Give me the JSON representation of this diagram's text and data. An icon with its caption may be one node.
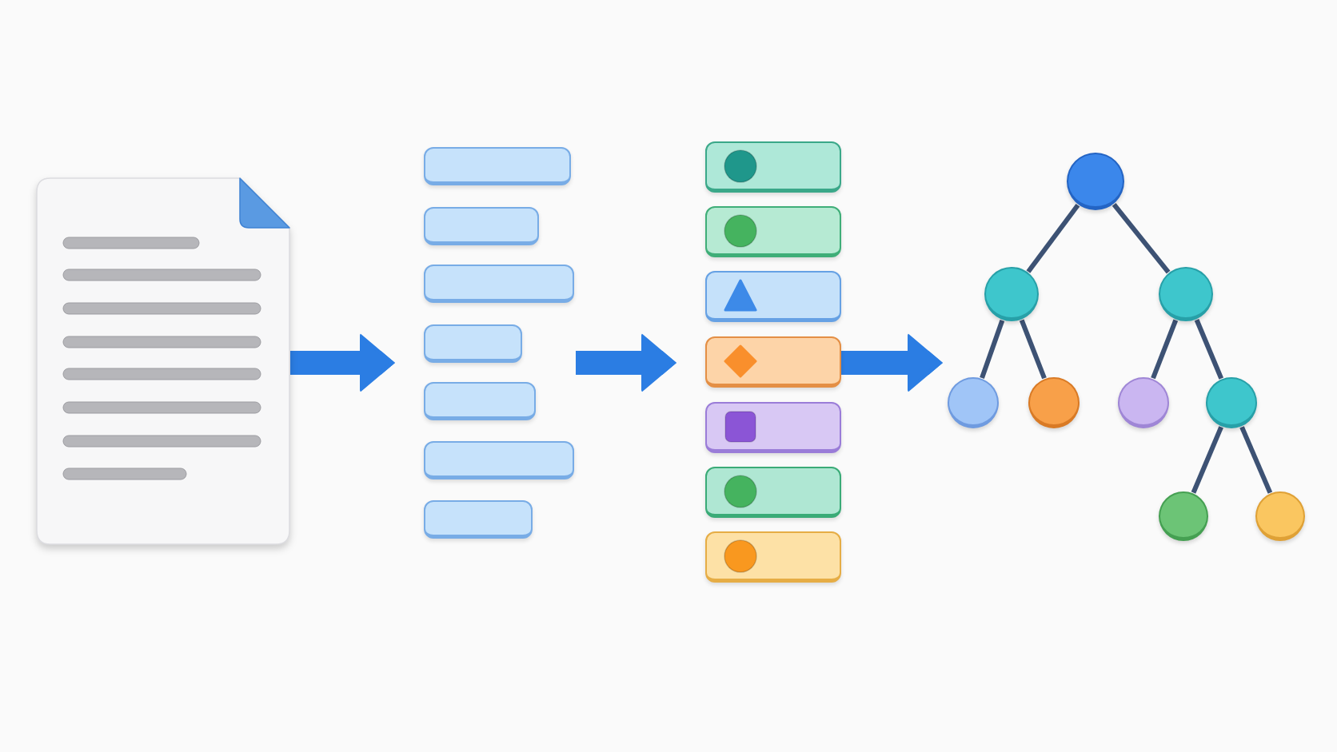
{
  "diagram": {
    "nodes": [
      {
        "text": [],
        "shape": "document"
      },
      {
        "text": [],
        "shape": "stack"
      },
      {
        "text": [],
        "shape": "bar",
        "in": 1
      },
      {
        "text": [],
        "shape": "bar",
        "in": 1
      },
      {
        "text": [],
        "shape": "bar",
        "in": 1
      },
      {
        "text": [],
        "shape": "bar",
        "in": 1
      },
      {
        "text": [],
        "shape": "bar",
        "in": 1
      },
      {
        "text": [],
        "shape": "bar",
        "in": 1
      },
      {
        "text": [],
        "shape": "bar",
        "in": 1
      },
      {
        "text": [],
        "shape": "stack"
      },
      {
        "text": [],
        "shape": "bar",
        "in": 9
      },
      {
        "text": [],
        "shape": "bar",
        "in": 9
      },
      {
        "text": [],
        "shape": "bar",
        "in": 9
      },
      {
        "text": [],
        "shape": "bar",
        "in": 9
      },
      {
        "text": [],
        "shape": "bar",
        "in": 9
      },
      {
        "text": [],
        "shape": "bar",
        "in": 9
      },
      {
        "text": [],
        "shape": "bar",
        "in": 9
      },
      {
        "text": [],
        "shape": "tree"
      },
      {
        "text": [],
        "shape": "circle",
        "in": 17
      },
      {
        "text": [],
        "shape": "circle",
        "in": 17
      },
      {
        "text": [],
        "shape": "circle",
        "in": 17
      },
      {
        "text": [],
        "shape": "circle",
        "in": 17
      },
      {
        "text": [],
        "shape": "circle",
        "in": 17
      },
      {
        "text": [],
        "shape": "circle",
        "in": 17
      },
      {
        "text": [],
        "shape": "circle",
        "in": 17
      },
      {
        "text": [],
        "shape": "circle",
        "in": 17
      },
      {
        "text": [],
        "shape": "circle",
        "in": 17
      }
    ],
    "edges": [
      {
        "from": 0,
        "to": 1,
        "arrow": "to",
        "style": "thick",
        "color": "#2b7de3"
      },
      {
        "from": 1,
        "to": 9,
        "arrow": "to",
        "style": "thick",
        "color": "#2b7de3"
      },
      {
        "from": 9,
        "to": 17,
        "arrow": "to",
        "style": "thick",
        "color": "#2b7de3"
      },
      {
        "from": 18,
        "to": 19,
        "arrow": "none"
      },
      {
        "from": 18,
        "to": 20,
        "arrow": "none"
      },
      {
        "from": 19,
        "to": 21,
        "arrow": "none"
      },
      {
        "from": 19,
        "to": 22,
        "arrow": "none"
      },
      {
        "from": 20,
        "to": 23,
        "arrow": "none"
      },
      {
        "from": 20,
        "to": 24,
        "arrow": "none"
      },
      {
        "from": 24,
        "to": 25,
        "arrow": "none"
      },
      {
        "from": 24,
        "to": 26,
        "arrow": "none"
      }
    ]
  }
}
